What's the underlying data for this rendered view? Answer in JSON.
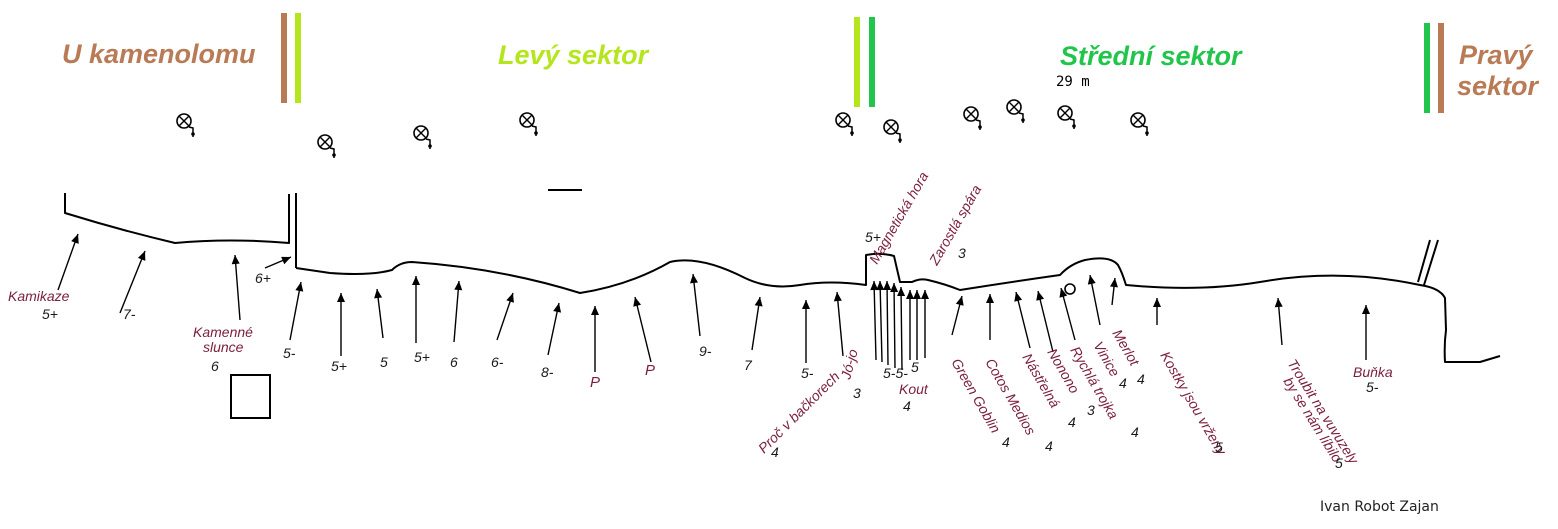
{
  "sectors": {
    "u_kamenolomu": {
      "label": "U kamenolomu",
      "color": "#b97a56"
    },
    "levy": {
      "label": "Levý sektor",
      "color": "#b5e61d"
    },
    "stredni": {
      "label": "Střední sektor",
      "color": "#22c54c"
    },
    "pravy_line1": "Pravý",
    "pravy_line2": "sektor",
    "pravy_color": "#b97a56"
  },
  "separator_colors": {
    "brown": "#b97a56",
    "lime": "#b5e61d",
    "green": "#22c54c"
  },
  "height_label": "29 m",
  "author": "Ivan Robot Zajan",
  "routes": [
    {
      "name": "Kamikaze",
      "grade": "5+"
    },
    {
      "name": "",
      "grade": "7-"
    },
    {
      "name_line1": "Kamenné",
      "name_line2": "slunce",
      "grade": "6"
    },
    {
      "name": "",
      "grade": "6+"
    },
    {
      "name": "",
      "grade": "5-"
    },
    {
      "name": "",
      "grade": "5+"
    },
    {
      "name": "",
      "grade": "5"
    },
    {
      "name": "",
      "grade": "5+"
    },
    {
      "name": "",
      "grade": "6"
    },
    {
      "name": "",
      "grade": "6-"
    },
    {
      "name": "",
      "grade": "8-"
    },
    {
      "name": "",
      "grade": "P"
    },
    {
      "name": "",
      "grade": "P"
    },
    {
      "name": "",
      "grade": "9-"
    },
    {
      "name": "",
      "grade": "7"
    },
    {
      "name": "",
      "grade": "5-"
    },
    {
      "name": "Proč v bačkorech",
      "grade": "4"
    },
    {
      "name": "Jó-jo",
      "grade": "3"
    },
    {
      "name": "",
      "grade": "5-5-"
    },
    {
      "name": "Kout",
      "grade": "4"
    },
    {
      "name": "",
      "grade": "5"
    },
    {
      "name": "Magnetická hora",
      "grade": "5+"
    },
    {
      "name": "Zarostlá spára",
      "grade": "3"
    },
    {
      "name": "Green Goblin",
      "grade": "4"
    },
    {
      "name": "Cotos Medios",
      "grade": "4"
    },
    {
      "name": "Nástřelná",
      "grade": "4"
    },
    {
      "name": "Nonono",
      "grade": "3"
    },
    {
      "name": "Rychlá trojka",
      "grade": "4"
    },
    {
      "name": "Vinice",
      "grade": "4"
    },
    {
      "name": "Merlot",
      "grade": "4"
    },
    {
      "name": "Kostky jsou vrženy",
      "grade": "5"
    },
    {
      "name_line1": "Troubit na vuvuzely",
      "name_line2": "by se nám líbilo",
      "grade": "5"
    },
    {
      "name": "Buňka",
      "grade": "5-"
    }
  ]
}
